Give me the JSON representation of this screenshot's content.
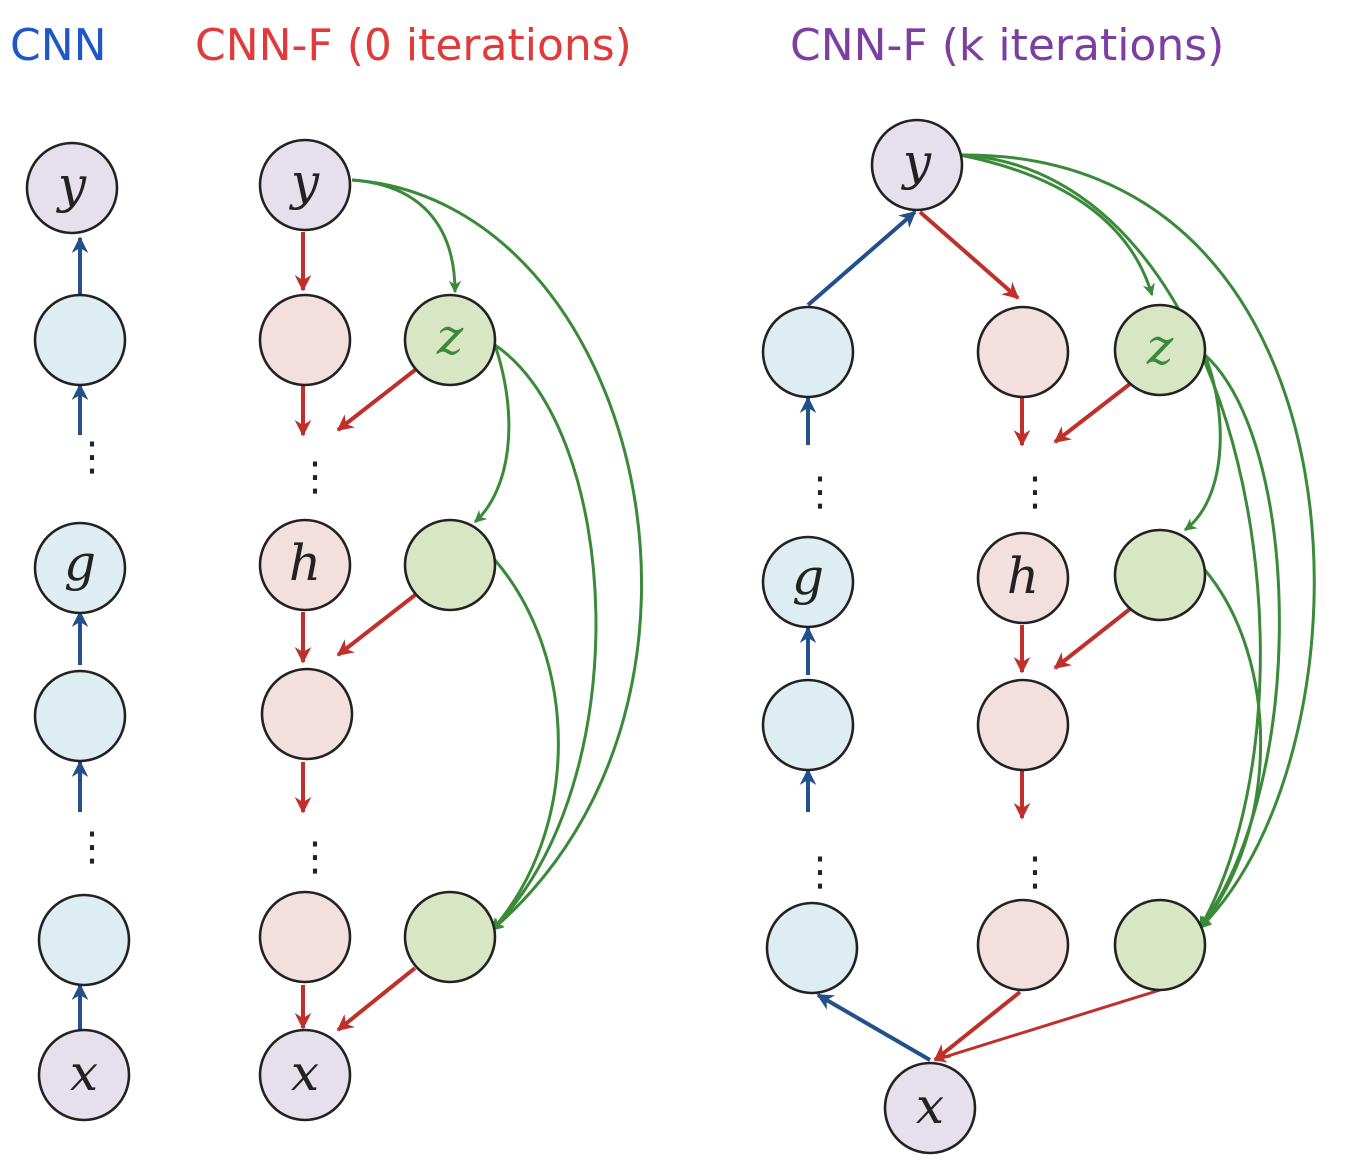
{
  "headings": {
    "cnn": "CNN",
    "cnnf0": "CNN-F (0 iterations)",
    "cnnfk": "CNN-F (k iterations)"
  },
  "labels": {
    "y": "y",
    "x": "x",
    "g": "g",
    "h": "h",
    "z": "z"
  },
  "colors": {
    "cnn_heading": "#1f56c8",
    "cnnf0_heading": "#e03a3a",
    "cnnfk_heading": "#7a3fa0",
    "blue_node": "#deedf2",
    "red_node": "#f3dfdd",
    "green_node": "#d8e6c3",
    "purple_node": "#e6e0ec",
    "blue_arrow": "#234f8a",
    "red_arrow": "#c0302b",
    "green_arrow": "#3a8a3a",
    "green_label": "#3a8a3a",
    "node_stroke": "#222222"
  }
}
